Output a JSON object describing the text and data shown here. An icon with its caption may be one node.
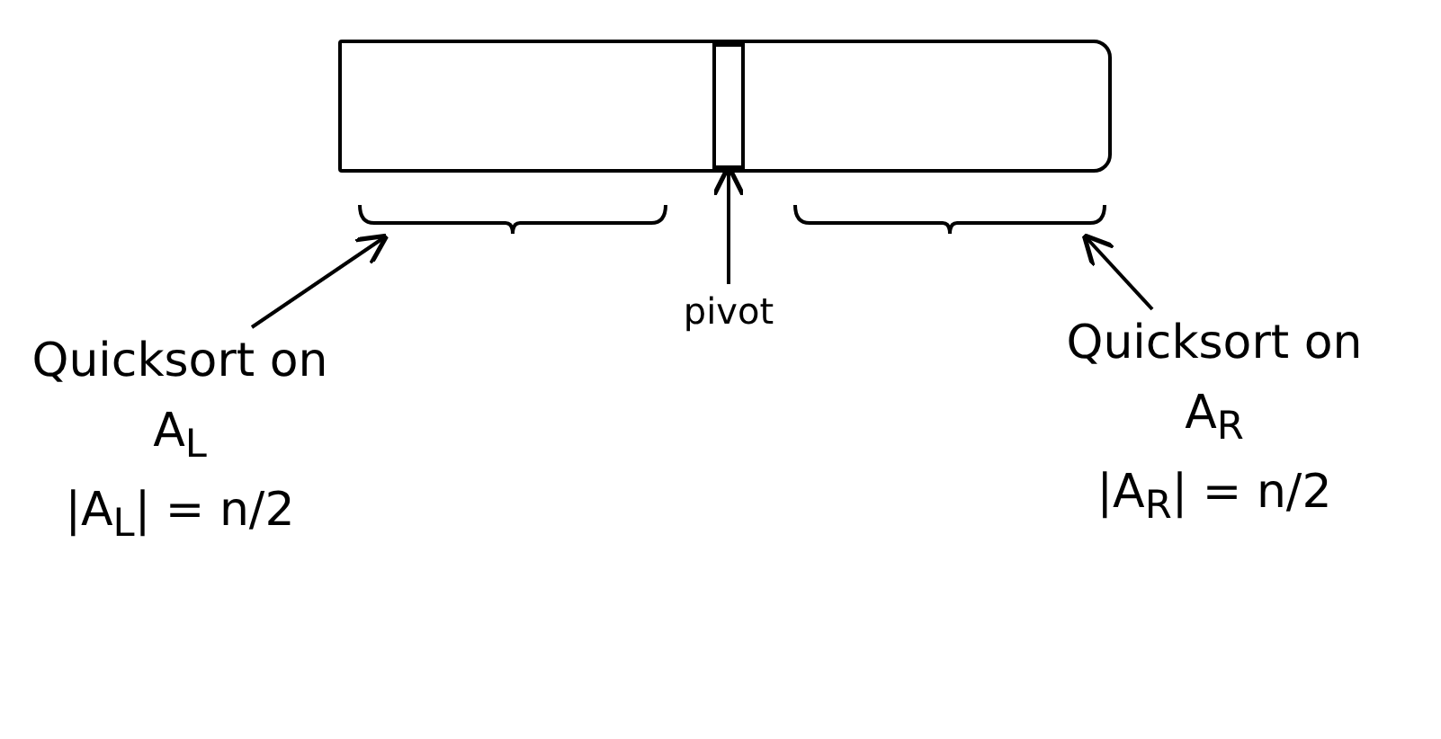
{
  "diagram": {
    "nodes": [
      {
        "text": [],
        "shape": "box"
      },
      {
        "text": [],
        "shape": "box",
        "in": 0
      },
      {
        "text": [],
        "shape": "bracket"
      },
      {
        "text": [],
        "shape": "bracket"
      },
      {
        "text": [
          "pivot"
        ]
      },
      {
        "text": [
          "Quicksort on",
          "A$_{L}$",
          "|A$_{L}$| = n/2"
        ]
      },
      {
        "text": [
          "Quicksort on",
          "A$_{R}$",
          "|A$_{R}$| = n/2"
        ]
      }
    ],
    "edges": [
      {
        "from": 5,
        "to": 2,
        "arrow": "to"
      },
      {
        "from": 4,
        "to": 1,
        "arrow": "to"
      },
      {
        "from": 6,
        "to": 3,
        "arrow": "to"
      }
    ]
  }
}
